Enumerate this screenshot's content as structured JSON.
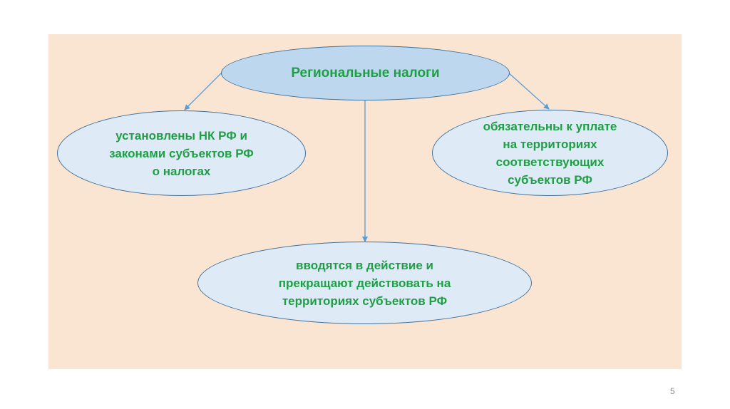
{
  "diagram": {
    "root": {
      "label": "Региональные налоги"
    },
    "children": [
      {
        "label": "установлены НК РФ и\nзаконами субъектов РФ\nо налогах"
      },
      {
        "label": "обязательны к уплате\nна территориях\nсоответствующих\nсубъектов РФ"
      },
      {
        "label": "вводятся в действие и\nпрекращают действовать на\nтерриториях субъектов РФ"
      }
    ],
    "edges": [
      {
        "from": "root",
        "to": "child-left"
      },
      {
        "from": "root",
        "to": "child-right"
      },
      {
        "from": "root",
        "to": "child-bottom"
      }
    ]
  },
  "slide": {
    "page_number": "5"
  },
  "colors": {
    "panel": "#fae5d3",
    "root_fill": "#bdd7ee",
    "child_fill": "#deebf7",
    "outline": "#41719c",
    "text": "#1e9e45",
    "arrow": "#5b9bd5"
  }
}
